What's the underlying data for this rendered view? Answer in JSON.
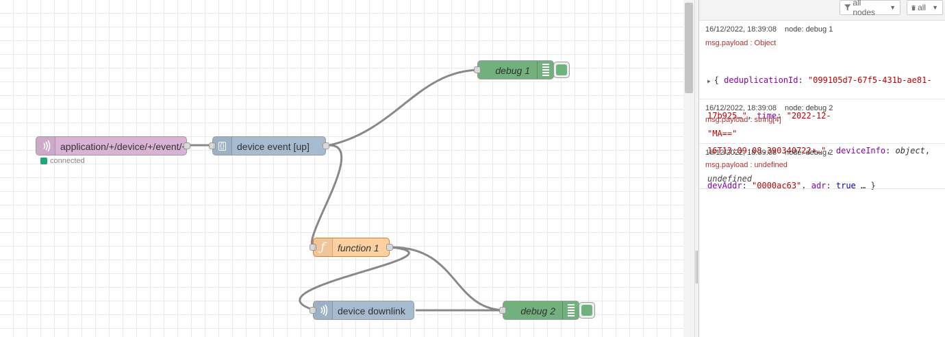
{
  "flow": {
    "nodes": {
      "mqtt_in": {
        "label": "application/+/device/+/event/+",
        "status": "connected",
        "color": "#d9b3d4"
      },
      "json_node": {
        "label": "device event [up]",
        "color": "#a6bbcf"
      },
      "debug1": {
        "label": "debug 1",
        "color": "#72b07e"
      },
      "function1": {
        "label": "function 1",
        "color": "#fdd0a2"
      },
      "mqtt_out": {
        "label": "device downlink",
        "color": "#a6bbcf"
      },
      "debug2": {
        "label": "debug 2",
        "color": "#72b07e"
      }
    }
  },
  "sidebar": {
    "filter_label": "all nodes",
    "clear_label": "all",
    "messages": [
      {
        "time": "16/12/2022, 18:39:08",
        "node": "node: debug 1",
        "path": "msg.payload : Object",
        "lines": [
          [
            "{ ",
            "deduplicationId",
            ": ",
            "\"099105d7-67f5-431b-ae81-"
          ],
          [
            "17b925…\"",
            ", ",
            "time",
            ": ",
            "\"2022-12-"
          ],
          [
            "16T13:09:08.390340722+…\"",
            ", ",
            "deviceInfo",
            ": ",
            "object",
            ","
          ],
          [
            "devAddr",
            ": ",
            "\"0000ac63\"",
            ", ",
            "adr",
            ": ",
            "true",
            " … }"
          ]
        ]
      },
      {
        "time": "16/12/2022, 18:39:08",
        "node": "node: debug 2",
        "path": "msg.payload : string[4]",
        "value": "\"MA==\""
      },
      {
        "time": "16/12/2022, 18:39:08",
        "node": "node: debug 2",
        "path": "msg.payload : undefined",
        "value": "undefined"
      }
    ]
  }
}
